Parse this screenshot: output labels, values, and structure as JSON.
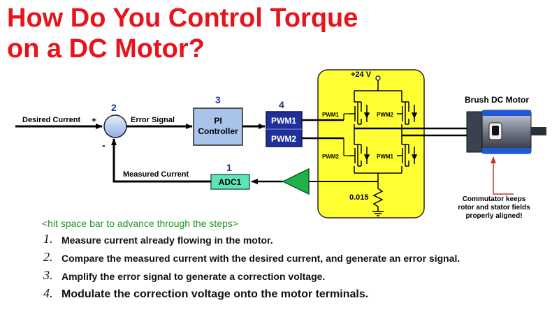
{
  "title": {
    "line1": "How Do You Control Torque",
    "line2": "on a DC Motor?"
  },
  "diagram": {
    "desired_current": "Desired Current",
    "plus_sign": "+",
    "minus_sign": "-",
    "error_signal": "Error Signal",
    "measured_current": "Measured Current",
    "step_numbers": [
      "1",
      "2",
      "3",
      "4"
    ],
    "pi_controller": {
      "line1": "PI",
      "line2": "Controller"
    },
    "pwm1": "PWM1",
    "pwm2": "PWM2",
    "adc": "ADC1",
    "supply": "+24 V",
    "resistor": "0.015",
    "bridge_labels": {
      "top_left": "PWM1",
      "top_right": "PWM2",
      "bottom_left": "PWM2",
      "bottom_right": "PWM1"
    },
    "motor_label": "Brush DC Motor",
    "commutator_note": [
      "Commutator keeps",
      "rotor and stator fields",
      "properly aligned!"
    ]
  },
  "hint": "<hit space bar to advance through the steps>",
  "steps": [
    {
      "number": "1.",
      "text": "Measure current already flowing in the motor."
    },
    {
      "number": "2.",
      "text": "Compare the measured current with the desired current, and generate an error signal."
    },
    {
      "number": "3.",
      "text": "Amplify the error signal to generate a correction voltage."
    },
    {
      "number": "4.",
      "text": "Modulate the correction voltage onto the motor terminals."
    }
  ],
  "colors": {
    "title": "#e8141b",
    "pi_box": "#a9c4ea",
    "pwm_box": "#1f2f9c",
    "adc_box": "#5fe3b8",
    "amplifier": "#22b04a",
    "bridge_panel": "#ffff33",
    "step_number": "#1e3b8c",
    "hint": "#1a9a1a",
    "note_arrow": "#c0392b"
  }
}
